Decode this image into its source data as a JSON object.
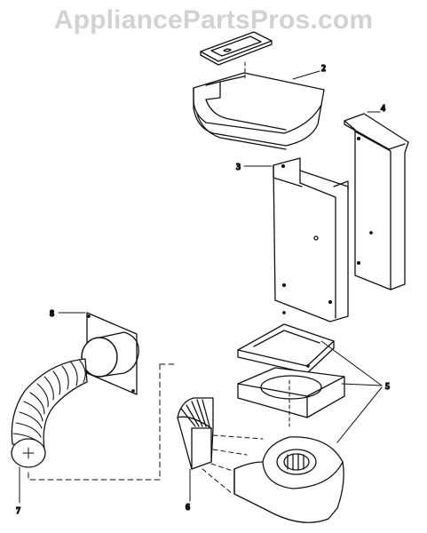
{
  "watermark": "AppliancePartsPros.com",
  "callouts": {
    "p2": "2",
    "p3": "3",
    "p4": "4",
    "p5": "5",
    "p6": "6",
    "p7": "7",
    "p8": "8"
  },
  "colors": {
    "line": "#111111",
    "watermark": "#d2d2d2"
  }
}
